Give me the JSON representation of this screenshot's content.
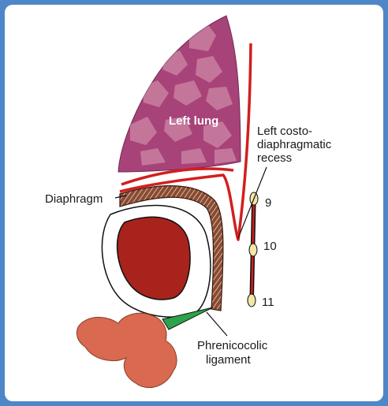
{
  "labels": {
    "left_lung": "Left lung",
    "recess_line1": "Left costo-",
    "recess_line2": "diaphragmatic",
    "recess_line3": "recess",
    "diaphragm": "Diaphragm",
    "ligament_line1": "Phrenicocolic",
    "ligament_line2": "ligament"
  },
  "ribs": [
    "9",
    "10",
    "11"
  ],
  "colors": {
    "frame_border": "#4f86c8",
    "lung_fill": "#a8437a",
    "lung_cells": "#c97fa0",
    "pleura_line": "#d11f1f",
    "diaphragm_fill": "#8b4a2f",
    "spleen_fill": "#a8231c",
    "colon_fill": "#d9694f",
    "ligament_fill": "#2ca24a",
    "rib_fill": "#f3e6a6"
  },
  "icons": {
    "rib": "rib-cross-section-icon"
  }
}
